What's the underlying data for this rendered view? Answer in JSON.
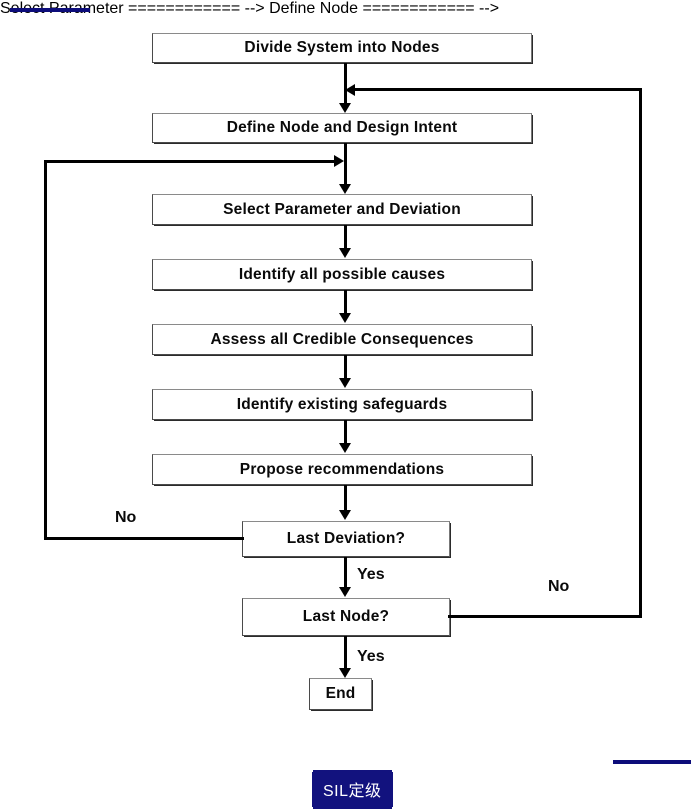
{
  "diagram": {
    "title": "HAZOP study procedure flowchart",
    "line_color": "#000000",
    "box_border_color": "#4a4a4a",
    "box_fill_color": "#ffffff",
    "accent_color": "#12127e",
    "nodes": [
      {
        "id": "divide",
        "label": "Divide System into Nodes",
        "type": "process"
      },
      {
        "id": "define",
        "label": "Define Node and Design Intent",
        "type": "process"
      },
      {
        "id": "select",
        "label": "Select Parameter and Deviation",
        "type": "process"
      },
      {
        "id": "causes",
        "label": "Identify all possible causes",
        "type": "process"
      },
      {
        "id": "consequences",
        "label": "Assess all Credible Consequences",
        "type": "process"
      },
      {
        "id": "safeguards",
        "label": "Identify existing safeguards",
        "type": "process"
      },
      {
        "id": "recommend",
        "label": "Propose recommendations",
        "type": "process"
      },
      {
        "id": "last-dev",
        "label": "Last Deviation?",
        "type": "decision"
      },
      {
        "id": "last-node",
        "label": "Last Node?",
        "type": "decision"
      },
      {
        "id": "end",
        "label": "End",
        "type": "terminator"
      }
    ],
    "branch_labels": {
      "last_deviation_no": "No",
      "last_deviation_yes": "Yes",
      "last_node_no": "No",
      "last_node_yes": "Yes"
    },
    "edges": [
      {
        "from": "divide",
        "to": "define",
        "label": ""
      },
      {
        "from": "define",
        "to": "select",
        "label": ""
      },
      {
        "from": "select",
        "to": "causes",
        "label": ""
      },
      {
        "from": "causes",
        "to": "consequences",
        "label": ""
      },
      {
        "from": "consequences",
        "to": "safeguards",
        "label": ""
      },
      {
        "from": "safeguards",
        "to": "recommend",
        "label": ""
      },
      {
        "from": "recommend",
        "to": "last-dev",
        "label": ""
      },
      {
        "from": "last-dev",
        "to": "select",
        "label": "No"
      },
      {
        "from": "last-dev",
        "to": "last-node",
        "label": "Yes"
      },
      {
        "from": "last-node",
        "to": "define",
        "label": "No"
      },
      {
        "from": "last-node",
        "to": "end",
        "label": "Yes"
      }
    ]
  },
  "footer": {
    "caption": "SIL定级"
  }
}
